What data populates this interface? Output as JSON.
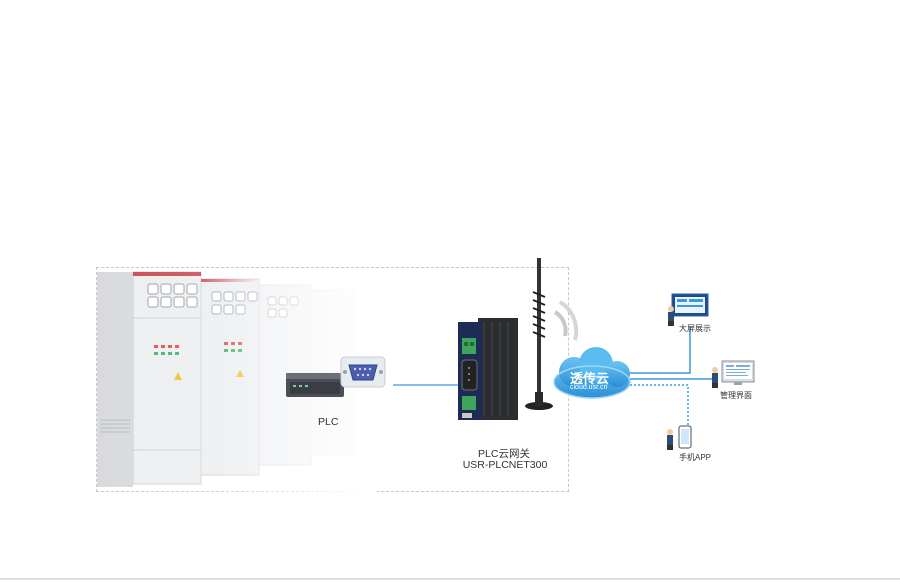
{
  "diagram": {
    "plc_label": "PLC",
    "gateway": {
      "line1": "PLC云网关",
      "line2": "USR-PLCNET300"
    },
    "cloud": {
      "title": "透传云",
      "url": "cloud.usr.cn"
    },
    "endpoints": [
      {
        "label": "大屏展示"
      },
      {
        "label": "管理界面"
      },
      {
        "label": "手机APP"
      }
    ],
    "colors": {
      "link": "#3a9ad9",
      "cloud": "#3aa6e6",
      "cabinet": "#e9eaec"
    }
  }
}
